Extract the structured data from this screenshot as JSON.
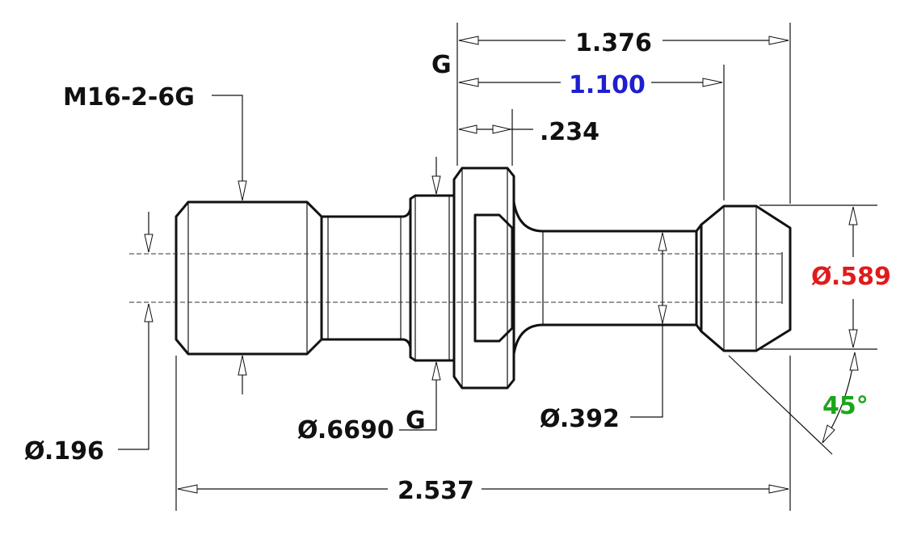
{
  "dimensions": {
    "thread_spec": "M16-2-6G",
    "datum_top": "G",
    "datum_bottom": "G",
    "length_overall_top": "1.376",
    "length_to_neck": "1.100",
    "flange_width": ".234",
    "dia_head": "Ø.589",
    "angle": "45°",
    "dia_shank": "Ø.392",
    "dia_flange": "Ø.6690",
    "dia_bore": "Ø.196",
    "length_total": "2.537"
  },
  "colors": {
    "default": "#111111",
    "length_to_neck": "#1f1fd0",
    "dia_head": "#e01b1b",
    "angle": "#1aa61a"
  }
}
